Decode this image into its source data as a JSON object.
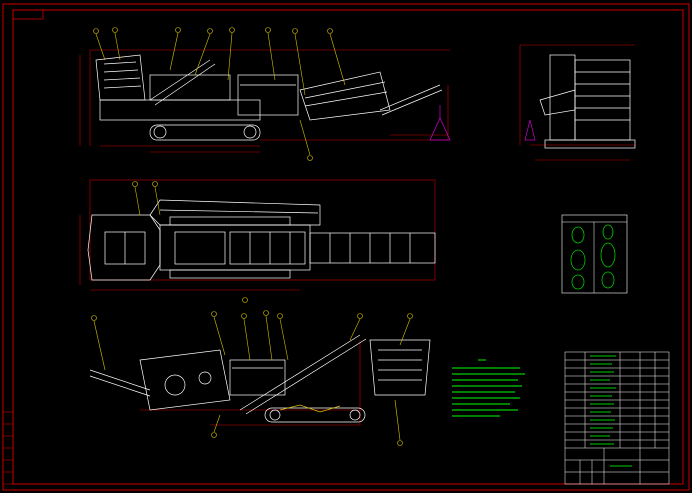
{
  "sheet": {
    "background": "#000000",
    "frame_color": "#cc0000",
    "line_color": "#ffffff",
    "balloon_color": "#d8c000",
    "dimension_color": "#cc0000",
    "notes_color": "#00cc00",
    "table_color": "#ffffff"
  },
  "title_block": {
    "rows": 12
  },
  "notes": {
    "lines": 9
  },
  "views": [
    {
      "name": "side-elevation"
    },
    {
      "name": "end-elevation"
    },
    {
      "name": "plan-view"
    },
    {
      "name": "opposite-side-elevation"
    }
  ]
}
